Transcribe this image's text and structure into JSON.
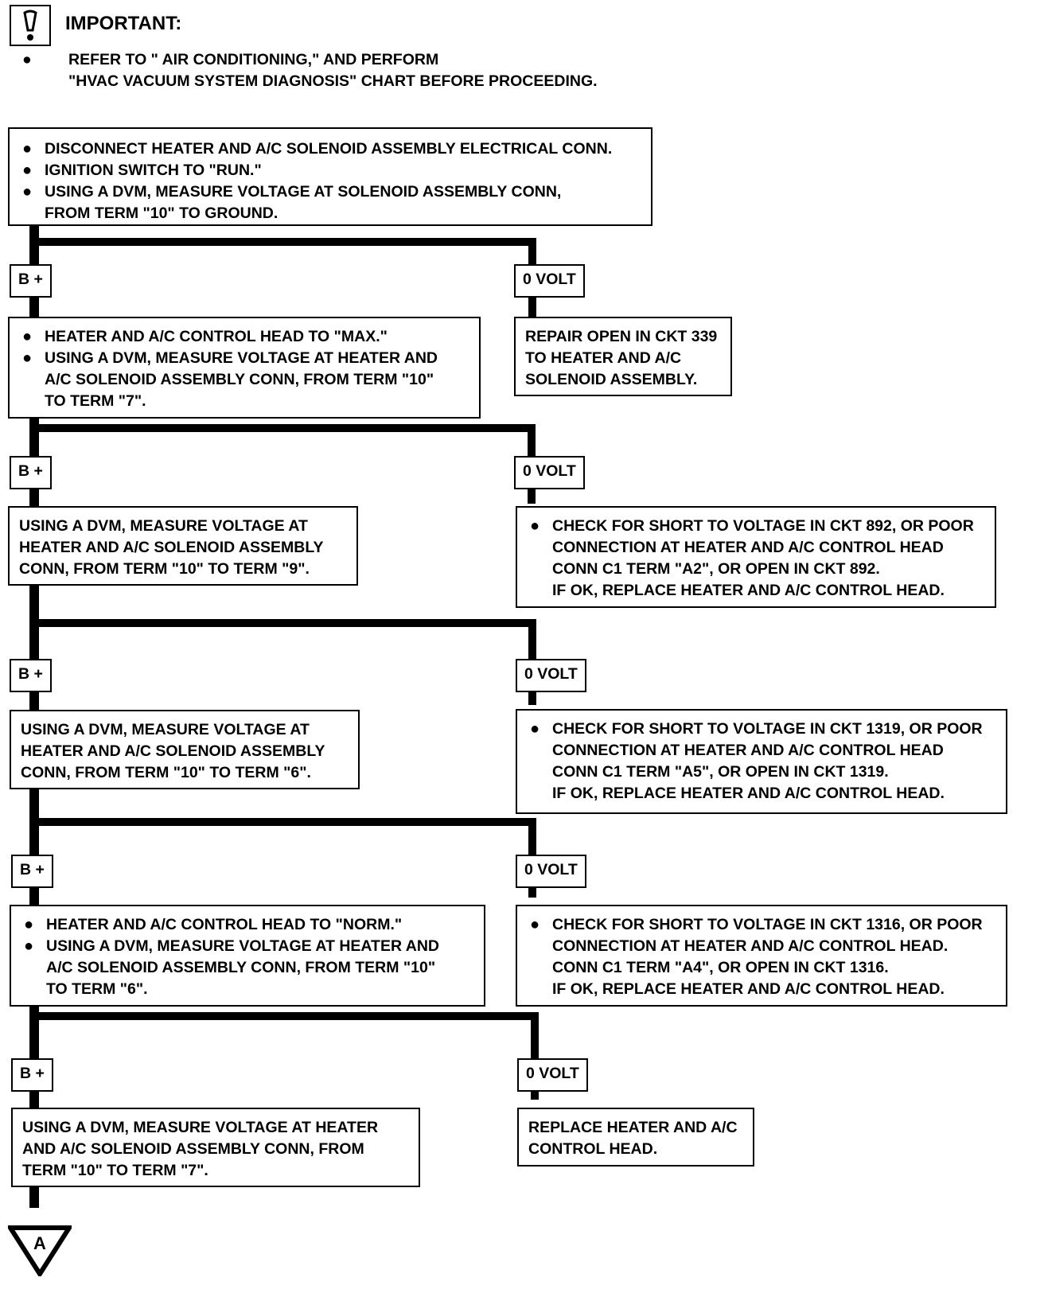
{
  "important": {
    "title": "IMPORTANT:",
    "lines": [
      "REFER TO \" AIR CONDITIONING,\"   AND PERFORM",
      "\"HVAC VACUUM SYSTEM DIAGNOSIS\" CHART BEFORE PROCEEDING."
    ]
  },
  "step1": {
    "items": [
      [
        "DISCONNECT HEATER AND A/C SOLENOID ASSEMBLY ELECTRICAL CONN."
      ],
      [
        "IGNITION SWITCH TO \"RUN.\""
      ],
      [
        "USING A DVM, MEASURE VOLTAGE AT SOLENOID ASSEMBLY CONN,",
        "FROM TERM \"10\" TO GROUND."
      ]
    ]
  },
  "labels": {
    "bplus": "B +",
    "zerovolt": "0 VOLT"
  },
  "step2": {
    "items": [
      [
        "HEATER AND A/C CONTROL HEAD TO \"MAX.\""
      ],
      [
        "USING A DVM, MEASURE VOLTAGE AT HEATER AND",
        "A/C SOLENOID ASSEMBLY CONN, FROM TERM \"10\"",
        "TO TERM \"7\"."
      ]
    ]
  },
  "repair1": {
    "lines": [
      "REPAIR OPEN IN CKT 339",
      "TO HEATER AND A/C",
      "SOLENOID ASSEMBLY."
    ]
  },
  "step3": {
    "lines": [
      "USING A DVM, MEASURE VOLTAGE AT",
      "HEATER AND A/C SOLENOID ASSEMBLY",
      "CONN, FROM TERM \"10\" TO TERM \"9\"."
    ]
  },
  "repair2": {
    "items": [
      [
        "CHECK FOR SHORT TO VOLTAGE IN CKT 892, OR POOR",
        "CONNECTION AT HEATER AND A/C CONTROL HEAD",
        "CONN C1 TERM \"A2\", OR OPEN IN CKT 892.",
        "IF OK, REPLACE HEATER AND A/C CONTROL HEAD."
      ]
    ]
  },
  "step4": {
    "lines": [
      "USING A DVM, MEASURE VOLTAGE AT",
      "HEATER AND A/C SOLENOID ASSEMBLY",
      "CONN, FROM TERM \"10\" TO TERM \"6\"."
    ]
  },
  "repair3": {
    "items": [
      [
        "CHECK FOR SHORT TO VOLTAGE IN CKT 1319, OR POOR",
        "CONNECTION AT HEATER AND A/C CONTROL HEAD",
        "CONN C1 TERM \"A5\", OR OPEN IN CKT 1319.",
        "IF OK, REPLACE HEATER AND A/C CONTROL HEAD."
      ]
    ]
  },
  "step5": {
    "items": [
      [
        "HEATER AND A/C CONTROL HEAD TO \"NORM.\""
      ],
      [
        "USING A DVM, MEASURE VOLTAGE AT HEATER AND",
        "A/C SOLENOID ASSEMBLY CONN, FROM TERM \"10\"",
        "TO TERM \"6\"."
      ]
    ]
  },
  "repair4": {
    "items": [
      [
        "CHECK FOR SHORT TO VOLTAGE IN CKT 1316, OR POOR",
        "CONNECTION AT HEATER AND A/C CONTROL HEAD.",
        "CONN C1 TERM \"A4\", OR OPEN IN CKT 1316.",
        "IF OK, REPLACE HEATER AND A/C CONTROL HEAD."
      ]
    ]
  },
  "step6": {
    "lines": [
      "USING A DVM, MEASURE VOLTAGE AT HEATER",
      "AND A/C SOLENOID ASSEMBLY CONN, FROM",
      "TERM \"10\" TO TERM \"7\"."
    ]
  },
  "repair5": {
    "lines": [
      "REPLACE HEATER AND A/C",
      "CONTROL HEAD."
    ]
  },
  "connector": {
    "letter": "A"
  }
}
